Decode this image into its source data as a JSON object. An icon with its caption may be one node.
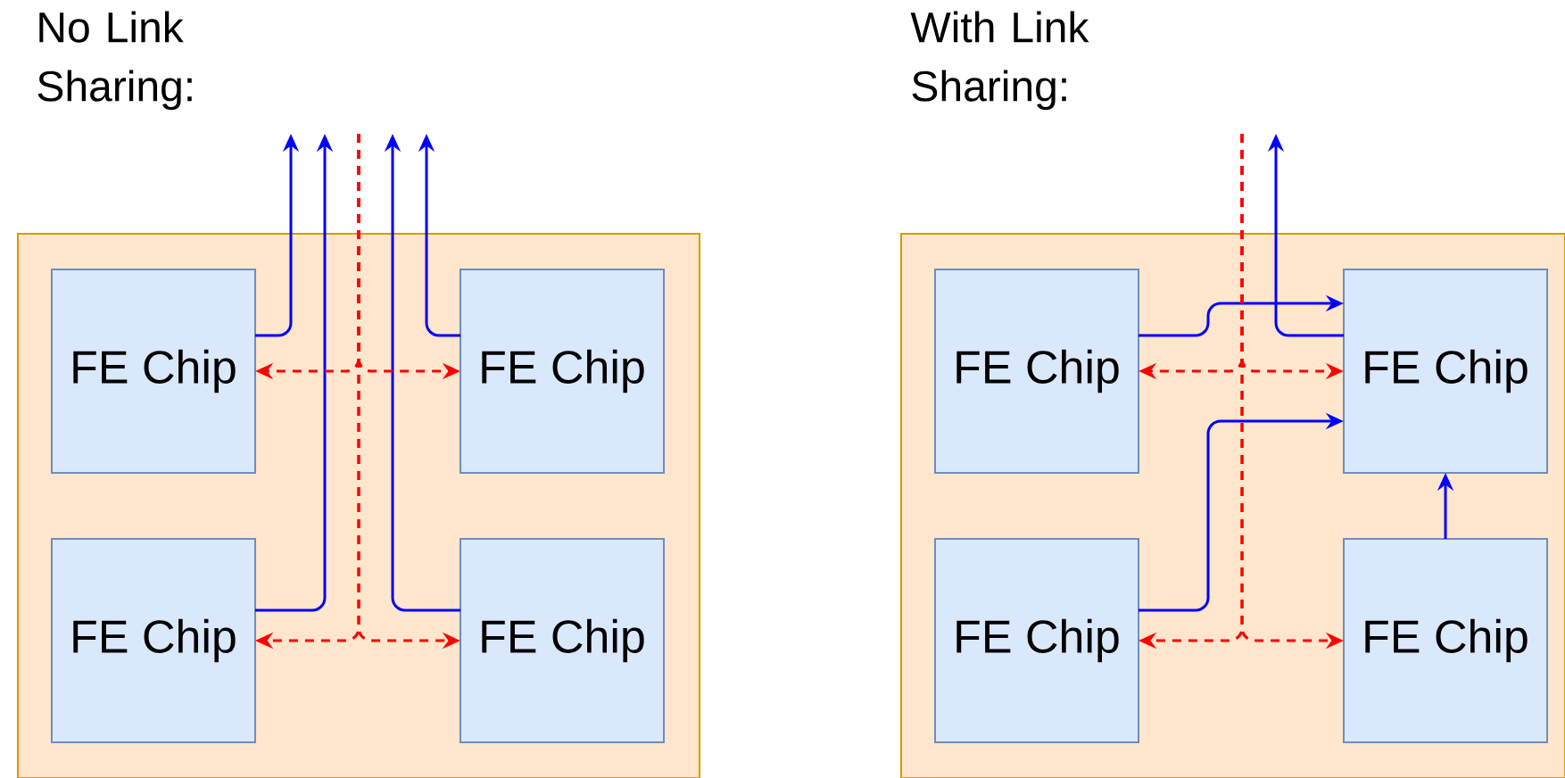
{
  "diagram": {
    "nodes": [
      {
        "text": [
          "No Link Sharing:"
        ]
      },
      {
        "text": [
          "FE Chip"
        ],
        "in": 0
      },
      {
        "text": [
          "FE Chip"
        ],
        "in": 0
      },
      {
        "text": [
          "FE Chip"
        ],
        "in": 0
      },
      {
        "text": [
          "FE Chip"
        ],
        "in": 0
      },
      {
        "text": [
          "With Link Sharing:"
        ]
      },
      {
        "text": [
          "FE Chip"
        ],
        "in": 5
      },
      {
        "text": [
          "FE Chip"
        ],
        "in": 5
      },
      {
        "text": [
          "FE Chip"
        ],
        "in": 5
      },
      {
        "text": [
          "FE Chip"
        ],
        "in": 5
      }
    ],
    "edges": [
      {
        "from": 1,
        "to": null,
        "arrow": "to",
        "color": "#0000ff"
      },
      {
        "from": 2,
        "to": null,
        "arrow": "to",
        "color": "#0000ff"
      },
      {
        "from": 3,
        "to": null,
        "arrow": "to",
        "color": "#0000ff"
      },
      {
        "from": 4,
        "to": null,
        "arrow": "to",
        "color": "#0000ff"
      },
      {
        "from": null,
        "to": 1,
        "arrow": "to",
        "style": "dashed",
        "color": "#ff0000"
      },
      {
        "from": null,
        "to": 2,
        "arrow": "to",
        "style": "dashed",
        "color": "#ff0000"
      },
      {
        "from": null,
        "to": 3,
        "arrow": "to",
        "style": "dashed",
        "color": "#ff0000"
      },
      {
        "from": null,
        "to": 4,
        "arrow": "to",
        "style": "dashed",
        "color": "#ff0000"
      },
      {
        "from": 7,
        "to": null,
        "arrow": "to",
        "color": "#0000ff"
      },
      {
        "from": 6,
        "to": 7,
        "arrow": "to",
        "color": "#0000ff"
      },
      {
        "from": 8,
        "to": 7,
        "arrow": "to",
        "color": "#0000ff"
      },
      {
        "from": 9,
        "to": 7,
        "arrow": "to",
        "color": "#0000ff"
      },
      {
        "from": null,
        "to": 6,
        "arrow": "to",
        "style": "dashed",
        "color": "#ff0000"
      },
      {
        "from": null,
        "to": 7,
        "arrow": "to",
        "style": "dashed",
        "color": "#ff0000"
      },
      {
        "from": null,
        "to": 8,
        "arrow": "to",
        "style": "dashed",
        "color": "#ff0000"
      },
      {
        "from": null,
        "to": 9,
        "arrow": "to",
        "style": "dashed",
        "color": "#ff0000"
      }
    ]
  }
}
